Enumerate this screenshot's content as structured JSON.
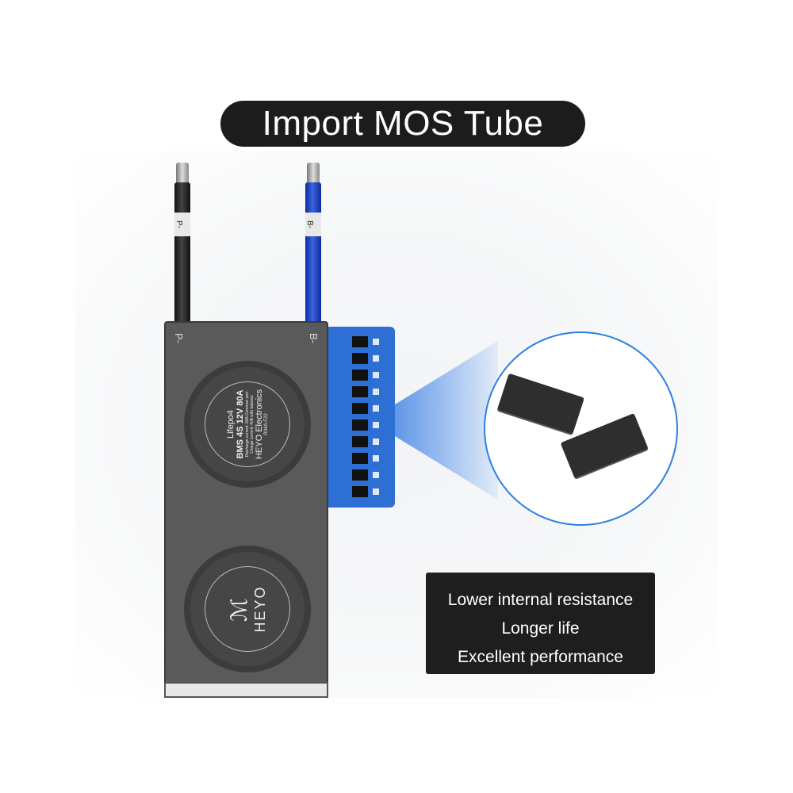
{
  "title": "Import MOS Tube",
  "cables": {
    "negative_pack": "P-",
    "negative_battery": "B-"
  },
  "board": {
    "label_left": "P-",
    "label_right": "B-",
    "fan1": {
      "line1": "Lifepo4",
      "line2": "BMS 4S 12V 80A",
      "line3": "Discharge current: 80A  Common port",
      "line4": "Charge current: 40A  with balance",
      "brand": "HEYO Electronics",
      "model": "R04A-F22"
    },
    "fan2": {
      "logo": "HEYO"
    }
  },
  "features": [
    "Lower internal resistance",
    "Longer life",
    "Excellent performance"
  ]
}
